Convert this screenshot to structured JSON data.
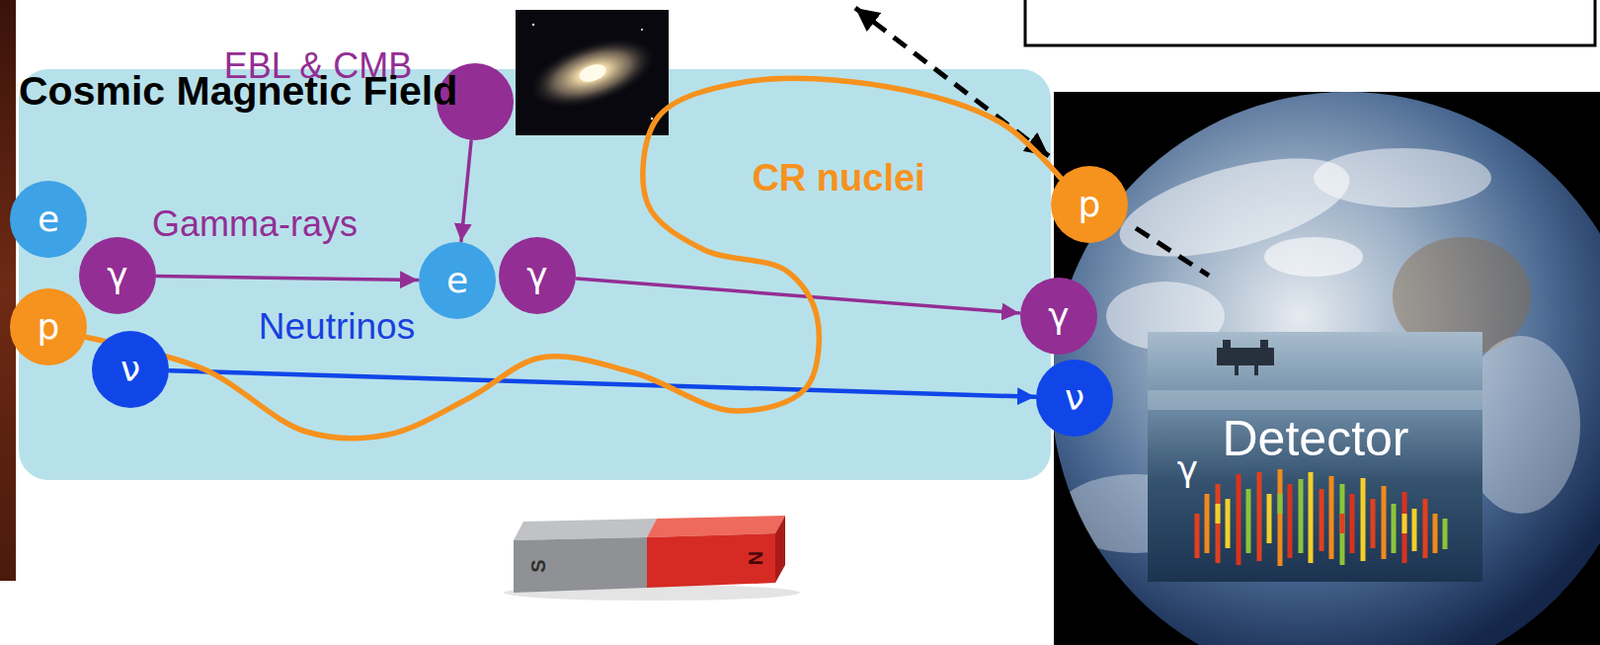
{
  "diagram": {
    "nodes": [
      {
        "text": [
          "Cosmic Magnetic Field"
        ]
      },
      {
        "text": [
          "γ"
        ],
        "in": 0
      },
      {
        "text": [
          "e"
        ]
      },
      {
        "text": [
          "γ"
        ],
        "in": 0
      },
      {
        "text": [
          "e"
        ],
        "in": 0
      },
      {
        "text": [
          "γ"
        ],
        "in": 0
      },
      {
        "text": [
          "p"
        ]
      },
      {
        "text": [
          "ν"
        ],
        "in": 0
      },
      {
        "text": [
          "p"
        ]
      },
      {
        "text": [
          "γ"
        ]
      },
      {
        "text": [
          "ν"
        ]
      },
      {
        "text": [
          "Detector"
        ]
      }
    ],
    "edges": [
      {
        "from": 1,
        "to": 4,
        "arrow": "to"
      },
      {
        "from": 3,
        "to": 4,
        "arrow": "to"
      },
      {
        "from": 5,
        "to": 9,
        "arrow": "to"
      },
      {
        "from": 7,
        "to": 10,
        "arrow": "to"
      },
      {
        "from": 6,
        "to": 8,
        "arrow": "none"
      }
    ],
    "labels": [
      "EBL & CMB",
      "Gamma-rays",
      "Neutrinos",
      "CR nuclei",
      "S",
      "N"
    ]
  }
}
